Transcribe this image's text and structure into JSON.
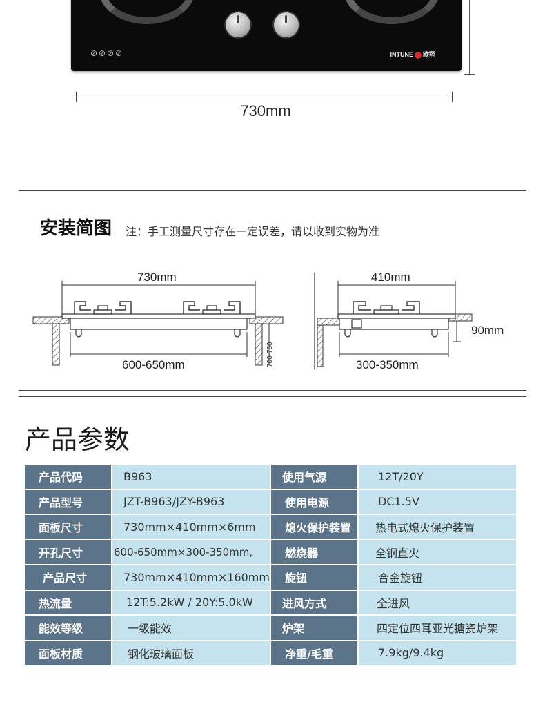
{
  "product_photo": {
    "brand_text": "INTUNE",
    "brand_sub": "欧翔",
    "safety_icons": [
      "no-sign-icon",
      "no-sign-icon",
      "no-sign-icon",
      "no-sign-icon"
    ],
    "width_label": "730mm"
  },
  "install": {
    "title": "安装简图",
    "note": "注：手工测量尺寸存在一定误差，请以收到实物为准",
    "front_view": {
      "top_width": "730mm",
      "cutout_width": "600-650mm",
      "cabinet_height": "700-750"
    },
    "side_view": {
      "top_depth": "410mm",
      "cutout_depth": "300-350mm",
      "height": "90mm"
    }
  },
  "params": {
    "title": "产品参数",
    "rows": [
      {
        "k1": "产品代码",
        "v1": "B963",
        "k2": "使用气源",
        "v2": "12T/20Y"
      },
      {
        "k1": "产品型号",
        "v1": "JZT-B963/JZY-B963",
        "k2": "使用电源",
        "v2": "DC1.5V"
      },
      {
        "k1": "面板尺寸",
        "v1": "730mm×410mm×6mm",
        "k2": "熄火保护装置",
        "v2": "热电式熄火保护装置"
      },
      {
        "k1": "开孔尺寸",
        "v1": "600-650mm×300-350mm,",
        "k2": "燃烧器",
        "v2": "全钢直火"
      },
      {
        "k1": "产品尺寸",
        "v1": "730mm×410mm×160mm",
        "k2": "旋钮",
        "v2": "合金旋钮"
      },
      {
        "k1": "热流量",
        "v1": "12T:5.2kW / 20Y:5.0kW",
        "k2": "进风方式",
        "v2": "全进风"
      },
      {
        "k1": "能效等级",
        "v1": "一级能效",
        "k2": "炉架",
        "v2": "四定位四耳亚光搪瓷炉架"
      },
      {
        "k1": "面板材质",
        "v1": "钢化玻璃面板",
        "k2": "净重/毛重",
        "v2": "7.9kg/9.4kg"
      }
    ]
  }
}
